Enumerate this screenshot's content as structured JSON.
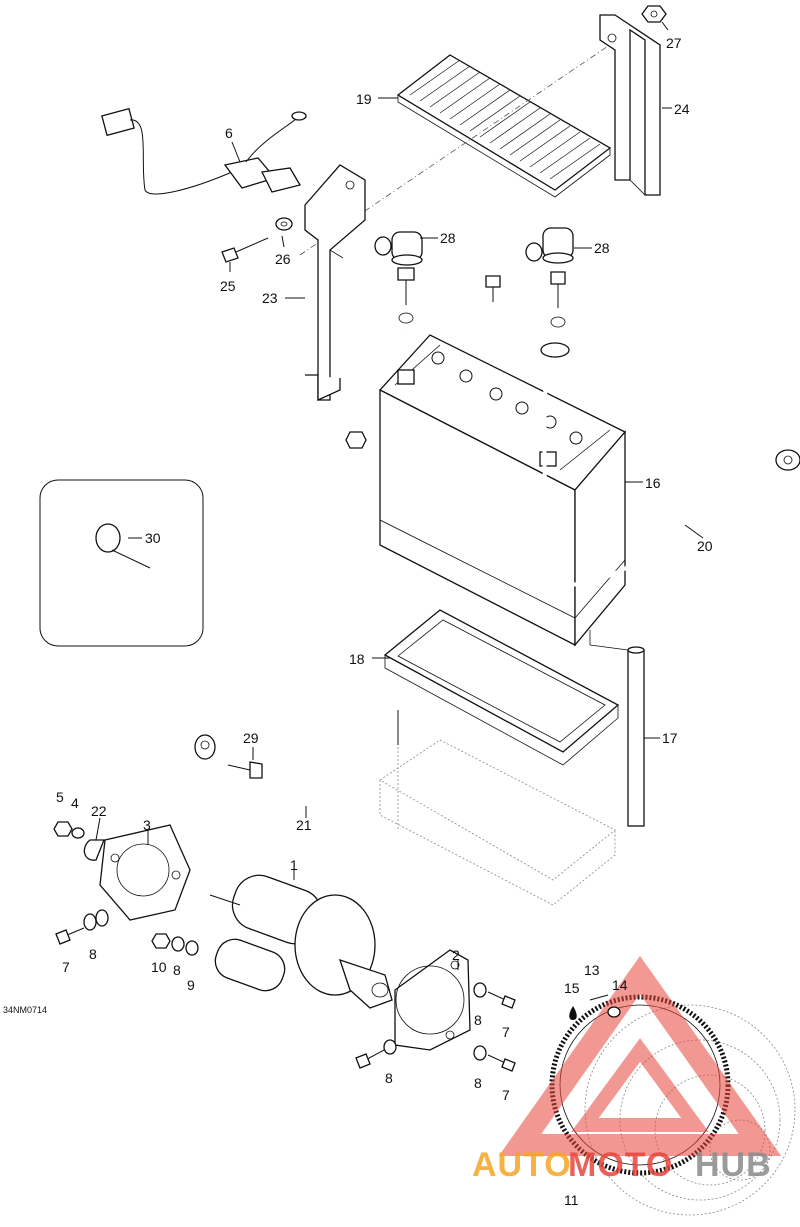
{
  "diagram_code": "34NM0714",
  "watermark": {
    "text_auto": "AUTO",
    "text_moto": "MOTO",
    "text_hub": "HUB",
    "color_auto": "#f5a623",
    "color_moto": "#e8453c",
    "color_hub": "#8a8a8a"
  },
  "callouts": {
    "c1": "1",
    "c2": "2",
    "c3": "3",
    "c4": "4",
    "c5": "5",
    "c6": "6",
    "c7a": "7",
    "c7b": "7",
    "c7c": "7",
    "c8a": "8",
    "c8b": "8",
    "c8c": "8",
    "c8d": "8",
    "c8e": "8",
    "c9": "9",
    "c10": "10",
    "c11": "11",
    "c13": "13",
    "c14": "14",
    "c15": "15",
    "c16": "16",
    "c17": "17",
    "c18": "18",
    "c19": "19",
    "c20": "20",
    "c21": "21",
    "c22": "22",
    "c23": "23",
    "c24": "24",
    "c25": "25",
    "c26": "26",
    "c27": "27",
    "c28a": "28",
    "c28b": "28",
    "c29": "29",
    "c30": "30"
  }
}
